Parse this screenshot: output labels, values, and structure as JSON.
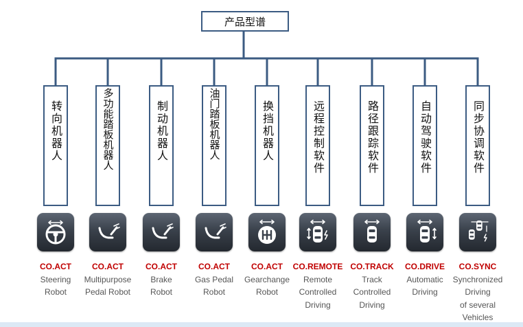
{
  "root": {
    "label": "产品型谱"
  },
  "products": [
    {
      "id": "steering",
      "label": "转向机器人",
      "brand": "CO.ACT",
      "desc": [
        "Steering",
        "Robot"
      ],
      "icon": "steering-wheel-icon"
    },
    {
      "id": "pedal",
      "label": "多功能踏板机器人",
      "brand": "CO.ACT",
      "desc": [
        "Multipurpose",
        "Pedal Robot"
      ],
      "icon": "pedal-icon"
    },
    {
      "id": "brake",
      "label": "制动机器人",
      "brand": "CO.ACT",
      "desc": [
        "Brake",
        "Robot"
      ],
      "icon": "brake-pedal-icon"
    },
    {
      "id": "gas",
      "label": "油门踏板机器人",
      "brand": "CO.ACT",
      "desc": [
        "Gas Pedal",
        "Robot"
      ],
      "icon": "gas-pedal-icon"
    },
    {
      "id": "gear",
      "label": "换挡机器人",
      "brand": "CO.ACT",
      "desc": [
        "Gearchange",
        "Robot"
      ],
      "icon": "gear-shift-icon"
    },
    {
      "id": "remote",
      "label": "远程控制软件",
      "brand": "CO.REMOTE",
      "desc": [
        "Remote",
        "Controlled",
        "Driving"
      ],
      "icon": "remote-car-icon"
    },
    {
      "id": "track",
      "label": "路径跟踪软件",
      "brand": "CO.TRACK",
      "desc": [
        "Track",
        "Controlled",
        "Driving"
      ],
      "icon": "track-car-icon"
    },
    {
      "id": "drive",
      "label": "自动驾驶软件",
      "brand": "CO.DRIVE",
      "desc": [
        "Automatic",
        "Driving"
      ],
      "icon": "auto-drive-car-icon"
    },
    {
      "id": "sync",
      "label": "同步协调软件",
      "brand": "CO.SYNC",
      "desc": [
        "Synchronized",
        "Driving",
        "of several",
        "Vehicles"
      ],
      "icon": "sync-cars-icon"
    }
  ],
  "colors": {
    "connector": "#3b5b82",
    "brand": "#c00000",
    "tile_dark": "#2b3038"
  }
}
